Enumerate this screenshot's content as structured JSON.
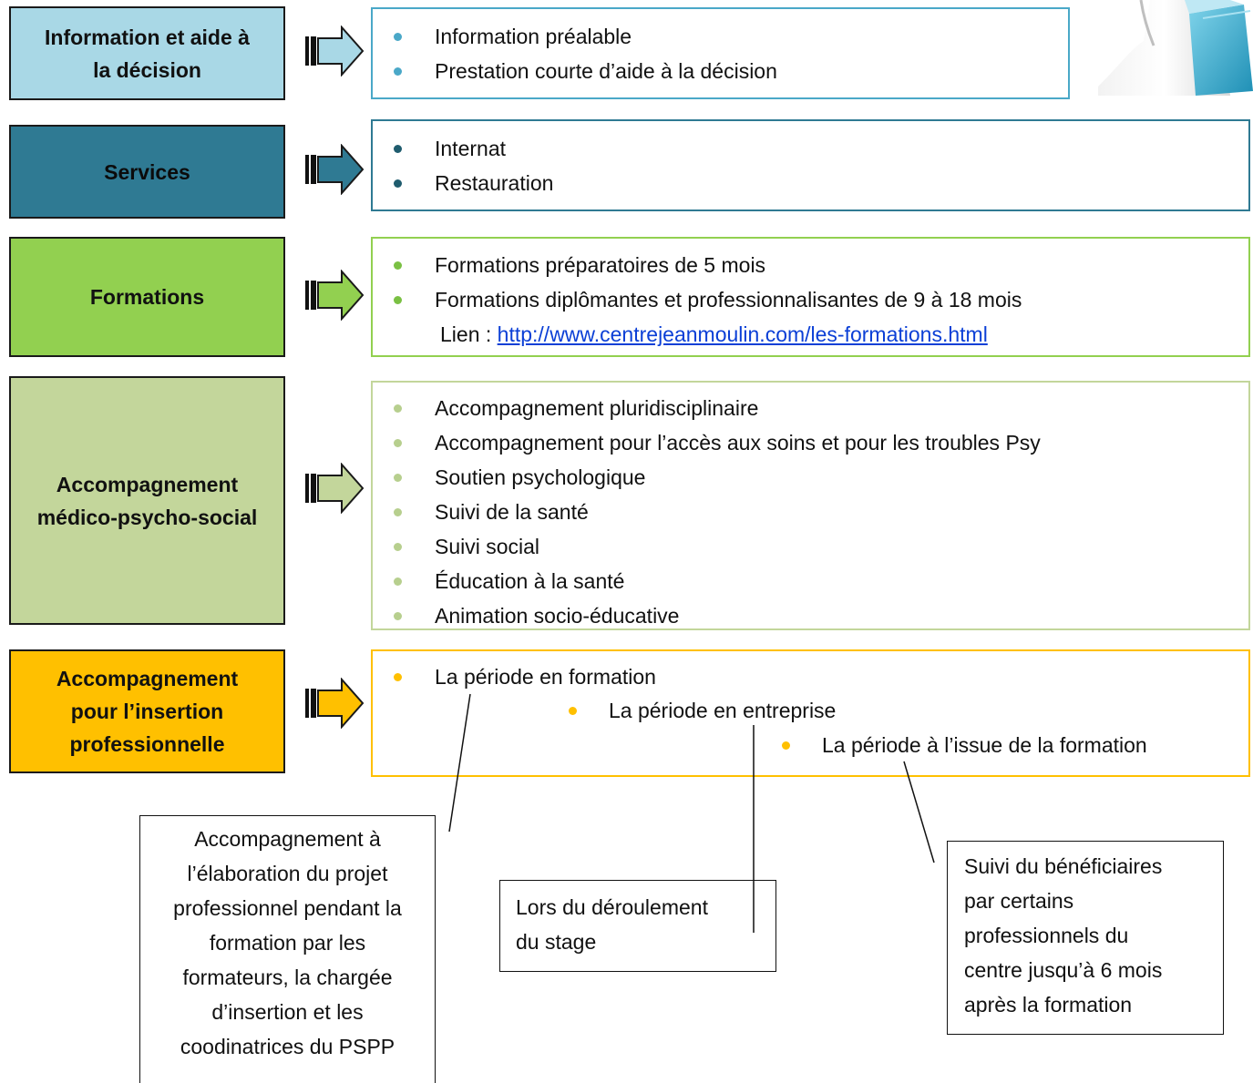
{
  "rows": [
    {
      "title_lines": [
        "Information et aide à",
        "la décision"
      ],
      "fill": "#a9d8e6",
      "accent": "#4aa8c8",
      "dot": "#4aa8c8",
      "items": [
        "Information préalable",
        "Prestation courte d’aide à la décision"
      ]
    },
    {
      "title_lines": [
        "Services"
      ],
      "fill": "#2f7a93",
      "accent": "#2f7a93",
      "dot": "#1f5c6e",
      "items": [
        "Internat",
        "Restauration"
      ]
    },
    {
      "title_lines": [
        "Formations"
      ],
      "fill": "#92d050",
      "accent": "#92d050",
      "dot": "#7ac043",
      "items": [
        "Formations préparatoires de 5 mois",
        "Formations diplômantes et professionnalisantes de 9 à 18 mois"
      ],
      "link_prefix": "Lien : ",
      "link_text": "http://www.centrejeanmoulin.com/les-formations.html"
    },
    {
      "title_lines": [
        "Accompagnement",
        "médico-psycho-social"
      ],
      "fill": "#c3d69b",
      "accent": "#c3d69b",
      "dot": "#b7cf8e",
      "items": [
        "Accompagnement pluridisciplinaire",
        "Accompagnement pour l’accès aux soins et pour les troubles Psy",
        "Soutien psychologique",
        "Suivi de la santé",
        "Suivi social",
        "Éducation à la santé",
        "Animation socio-éducative"
      ]
    },
    {
      "title_lines": [
        "Accompagnement",
        "pour l’insertion",
        "professionnelle"
      ],
      "fill": "#ffc000",
      "accent": "#ffc000",
      "dot": "#ffc000",
      "items": [
        "La période en formation",
        "La période en entreprise",
        "La période à l’issue de la formation"
      ]
    }
  ],
  "notes": [
    {
      "lines": [
        "Accompagnement à",
        "l’élaboration du projet",
        "professionnel pendant la",
        "formation par les",
        "formateurs, la chargée",
        "d’insertion et les",
        "coodinatrices du PSPP"
      ]
    },
    {
      "lines": [
        "Lors du déroulement",
        "du stage"
      ]
    },
    {
      "lines": [
        "Suivi du bénéficiaires",
        "par certains",
        "professionnels du",
        "centre jusqu’à 6 mois",
        "après la formation"
      ]
    }
  ]
}
